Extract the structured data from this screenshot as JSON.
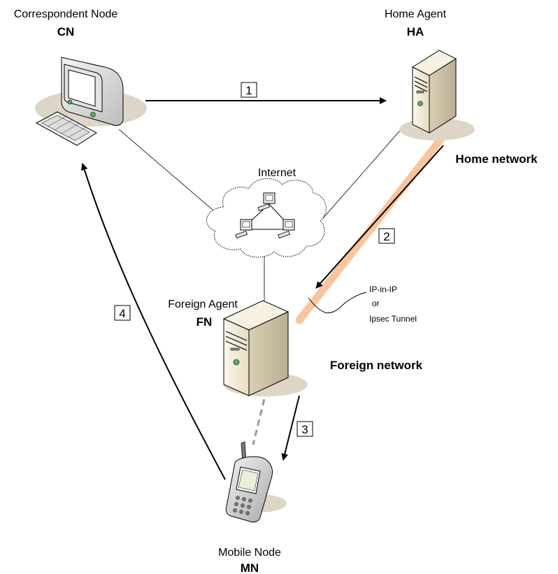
{
  "nodes": {
    "cn": {
      "title": "Correspondent Node",
      "abbr": "CN",
      "icon": "desktop-computer-icon"
    },
    "ha": {
      "title": "Home Agent",
      "abbr": "HA",
      "icon": "server-tower-icon"
    },
    "fa": {
      "title": "Foreign Agent",
      "abbr": "FN",
      "icon": "server-tower-icon"
    },
    "mn": {
      "title": "Mobile Node",
      "abbr": "MN",
      "icon": "mobile-phone-icon"
    }
  },
  "internet": {
    "label": "Internet",
    "icon": "network-cloud-icon"
  },
  "networks": {
    "home": "Home network",
    "foreign": "Foreign network"
  },
  "tunnel": {
    "line1": "IP-in-IP",
    "line2": "or",
    "line3": "Ipsec Tunnel",
    "color": "#fbc49a"
  },
  "steps": [
    "1",
    "2",
    "3",
    "4"
  ],
  "colors": {
    "link": "#333333",
    "dashed_link": "#999999",
    "shadow": "#ddd6c6",
    "server_body": "#f3ecd9"
  }
}
